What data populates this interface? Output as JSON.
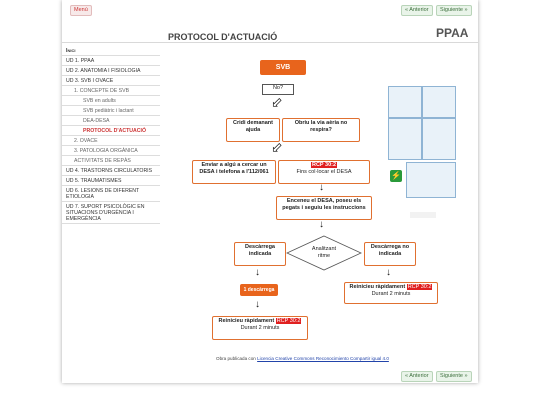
{
  "menu_label": "Menú",
  "prev_label": "« Anterior",
  "next_label": "Siguiente »",
  "page_title": "PROTOCOL D'ACTUACIÓ",
  "brand": "PPAA",
  "nav": [
    {
      "label": "Inici",
      "level": 0
    },
    {
      "label": "UD 1. PPAA",
      "level": 0
    },
    {
      "label": "UD 2. ANATOMIA I FISIOLOGIA",
      "level": 0
    },
    {
      "label": "UD 3. SVB I OVACE",
      "level": 0
    },
    {
      "label": "1. CONCEPTE DE SVB",
      "level": 1
    },
    {
      "label": "SVB en adults",
      "level": 2
    },
    {
      "label": "SVB pediàtric i lactant",
      "level": 2
    },
    {
      "label": "DEA-DESA",
      "level": 2
    },
    {
      "label": "PROTOCOL D'ACTUACIÓ",
      "level": 2
    },
    {
      "label": "2. OVACE",
      "level": 1
    },
    {
      "label": "3. PATOLOGIA ORGÀNICA",
      "level": 1
    },
    {
      "label": "ACTIVITATS DE REPÀS",
      "level": 1
    },
    {
      "label": "UD 4. TRASTORNS CIRCULATORIS",
      "level": 0
    },
    {
      "label": "UD 5. TRAUMATISMES",
      "level": 0
    },
    {
      "label": "UD 6. LESIONS DE DIFERENT ETIOLOGIA",
      "level": 0
    },
    {
      "label": "UD 7. SUPORT PSICOLÒGIC EN SITUACIONS D'URGÈNCIA I EMERGÈNCIA",
      "level": 0
    }
  ],
  "flow": {
    "svb": "SVB",
    "no": "No?",
    "cridi": "Cridi demanant ajuda",
    "obriu": "Obriu la via aèria no respira?",
    "enviar": "Enviar a algú a cercar un DESA i telefona a l'112/061",
    "rcp": "RCP 30:2",
    "fins": "Fins col·locar el DESA",
    "enceneu": "Enceneu el DESA, poseu els pegats i seguiu les instruccions",
    "descarrega_indicada": "Descàrrega indicada",
    "analitzant": "Analitzant ritme",
    "descarrega_no": "Descàrrega no indicada",
    "una_descarrega": "1 descàrrega",
    "reinicieu": "Reinicieu ràpidament",
    "durant": "Durant 2 minuts"
  },
  "footer_text": "Obra publicada con",
  "footer_link": "Licencia Creative Commons Reconocimiento Compartir igual 4.0",
  "colors": {
    "accent": "#e8641c",
    "rcp": "#e02020",
    "menu": "#cc3333"
  }
}
